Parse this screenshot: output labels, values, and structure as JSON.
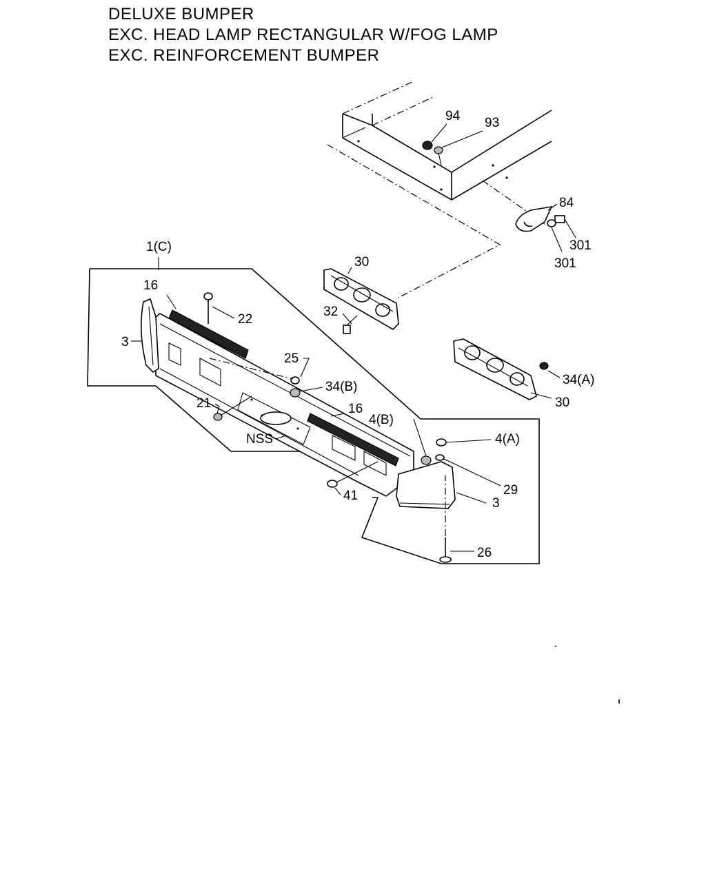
{
  "title": {
    "line1": "DELUXE BUMPER",
    "line2": "EXC. HEAD LAMP RECTANGULAR  W/FOG LAMP",
    "line3": "EXC. REINFORCEMENT BUMPER"
  },
  "callouts": {
    "c94": "94",
    "c93": "93",
    "c84": "84",
    "c301a": "301",
    "c301b": "301",
    "c1c": "1(C)",
    "c30a": "30",
    "c32": "32",
    "c16a": "16",
    "c22": "22",
    "c3a": "3",
    "c25": "25",
    "c34b": "34(B)",
    "c34a": "34(A)",
    "c30b": "30",
    "c21": "21",
    "c16b": "16",
    "c4b": "4(B)",
    "c4a": "4(A)",
    "cnss": "NSS",
    "c29": "29",
    "c3b": "3",
    "c41": "41",
    "c26": "26"
  }
}
